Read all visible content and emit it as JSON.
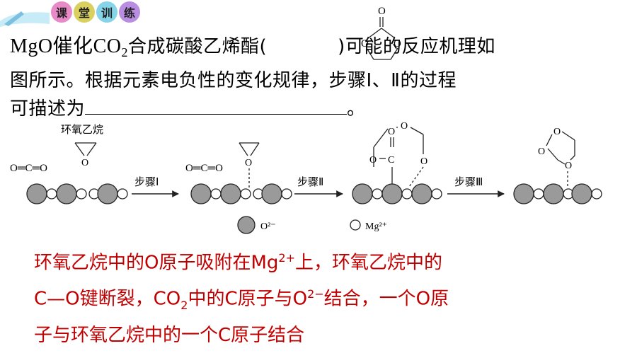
{
  "header": {
    "badges": [
      "课",
      "堂",
      "训",
      "练"
    ],
    "badge_colors": [
      "#e98ac8",
      "#d9d060",
      "#86d4e8",
      "#b98ee0"
    ]
  },
  "question": {
    "p1": "MgO催化CO",
    "p1_sub": "2",
    "p2": "合成碳酸乙烯酯(",
    "p3": ")可能的反应机理如",
    "line2": "图所示。根据元素电负性的变化规律，步骤Ⅰ、Ⅱ的过程",
    "line3_start": "可描述为",
    "line3_end": "。"
  },
  "diagram": {
    "co2_label": "O═C═O",
    "epoxide_name": "环氧乙烷",
    "step1": "步骤Ⅰ",
    "step2": "步骤Ⅱ",
    "step3": "步骤Ⅲ",
    "legend_o": "O²⁻",
    "legend_mg": "Mg²⁺",
    "atom_O": "O",
    "atom_C": "C",
    "colors": {
      "o_ion": "#9a9a9a",
      "mg_ion": "#ffffff",
      "stroke": "#222222"
    }
  },
  "answer": {
    "l1a": "环氧乙烷中的O原子吸附在Mg",
    "l1_sup": "2+",
    "l1b": "上，环氧乙烷中的",
    "l2a": "C—O键断裂，CO",
    "l2_sub": "2",
    "l2b": "中的C原子与O",
    "l2_sup": "2−",
    "l2c": "结合，一个O原",
    "l3": "子与环氧乙烷中的一个C原子结合"
  }
}
